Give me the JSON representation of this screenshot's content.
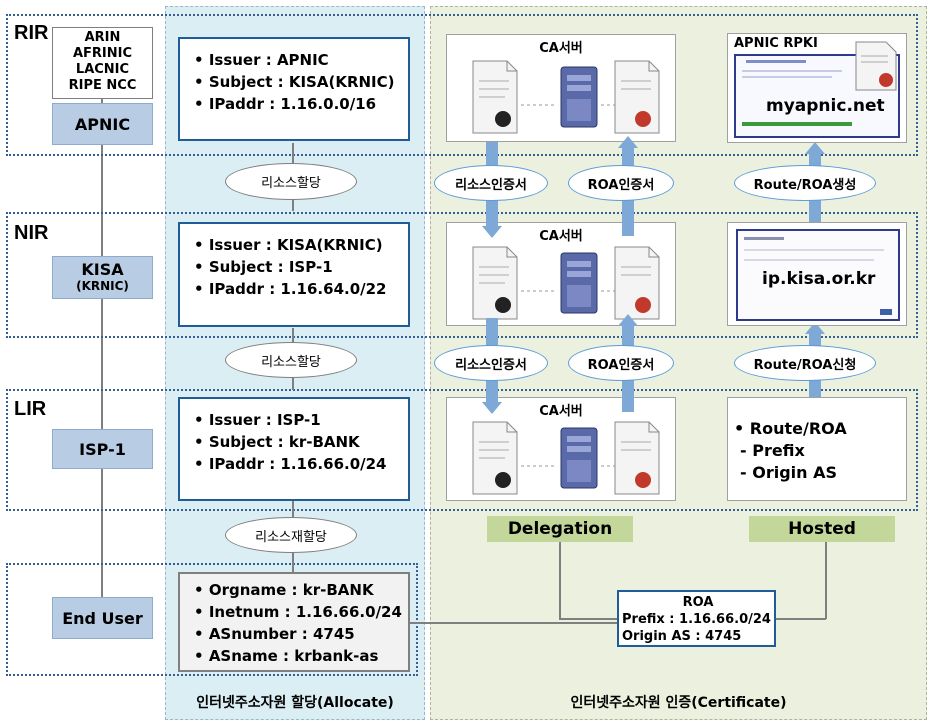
{
  "tiers": {
    "rir": "RIR",
    "nir": "NIR",
    "lir": "LIR"
  },
  "rir_list": [
    "ARIN",
    "AFRINIC",
    "LACNIC",
    "RIPE NCC"
  ],
  "orgs": {
    "apnic": "APNIC",
    "kisa": "KISA",
    "kisa_sub": "(KRNIC)",
    "isp": "ISP-1",
    "end_user": "End User"
  },
  "certs": {
    "rir": [
      "Issuer : APNIC",
      "Subject : KISA(KRNIC)",
      "IPaddr : 1.16.0.0/16"
    ],
    "nir": [
      "Issuer : KISA(KRNIC)",
      "Subject : ISP-1",
      "IPaddr : 1.16.64.0/22"
    ],
    "lir": [
      "Issuer : ISP-1",
      "Subject : kr-BANK",
      "IPaddr : 1.16.66.0/24"
    ],
    "end_user": [
      "Orgname : kr-BANK",
      "Inetnum : 1.16.66.0/24",
      "ASnumber : 4745",
      "ASname : krbank-as"
    ]
  },
  "ovals": {
    "alloc_1": "리소스할당",
    "alloc_2": "리소스할당",
    "realloc": "리소스재할당",
    "res_cert_1": "리소스인증서",
    "roa_cert_1": "ROA인증서",
    "res_cert_2": "리소스인증서",
    "roa_cert_2": "ROA인증서",
    "route_roa_gen": "Route/ROA생성",
    "route_roa_req": "Route/ROA신청"
  },
  "ca_server_label": "CA서버",
  "portal": {
    "rpki_title": "APNIC RPKI",
    "myapnic_url": "myapnic.net",
    "kisa_url": "ip.kisa.or.kr"
  },
  "route_roa": {
    "title": "Route/ROA",
    "prefix": "- Prefix",
    "origin": "- Origin AS"
  },
  "labels": {
    "delegation": "Delegation",
    "hosted": "Hosted",
    "allocate": "인터넷주소자원 할당(Allocate)",
    "certificate": "인터넷주소자원 인증(Certificate)"
  },
  "roa_box": {
    "title": "ROA",
    "prefix": "Prefix : 1.16.66.0/24",
    "origin": "Origin AS : 4745"
  },
  "colors": {
    "allocate_panel": "#daeef3",
    "certificate_panel": "#ebf1de",
    "org_box": "#b8cce4",
    "arrow": "#7ea9d7",
    "tag": "#c4d79b",
    "border_blue": "#1f5d99"
  }
}
